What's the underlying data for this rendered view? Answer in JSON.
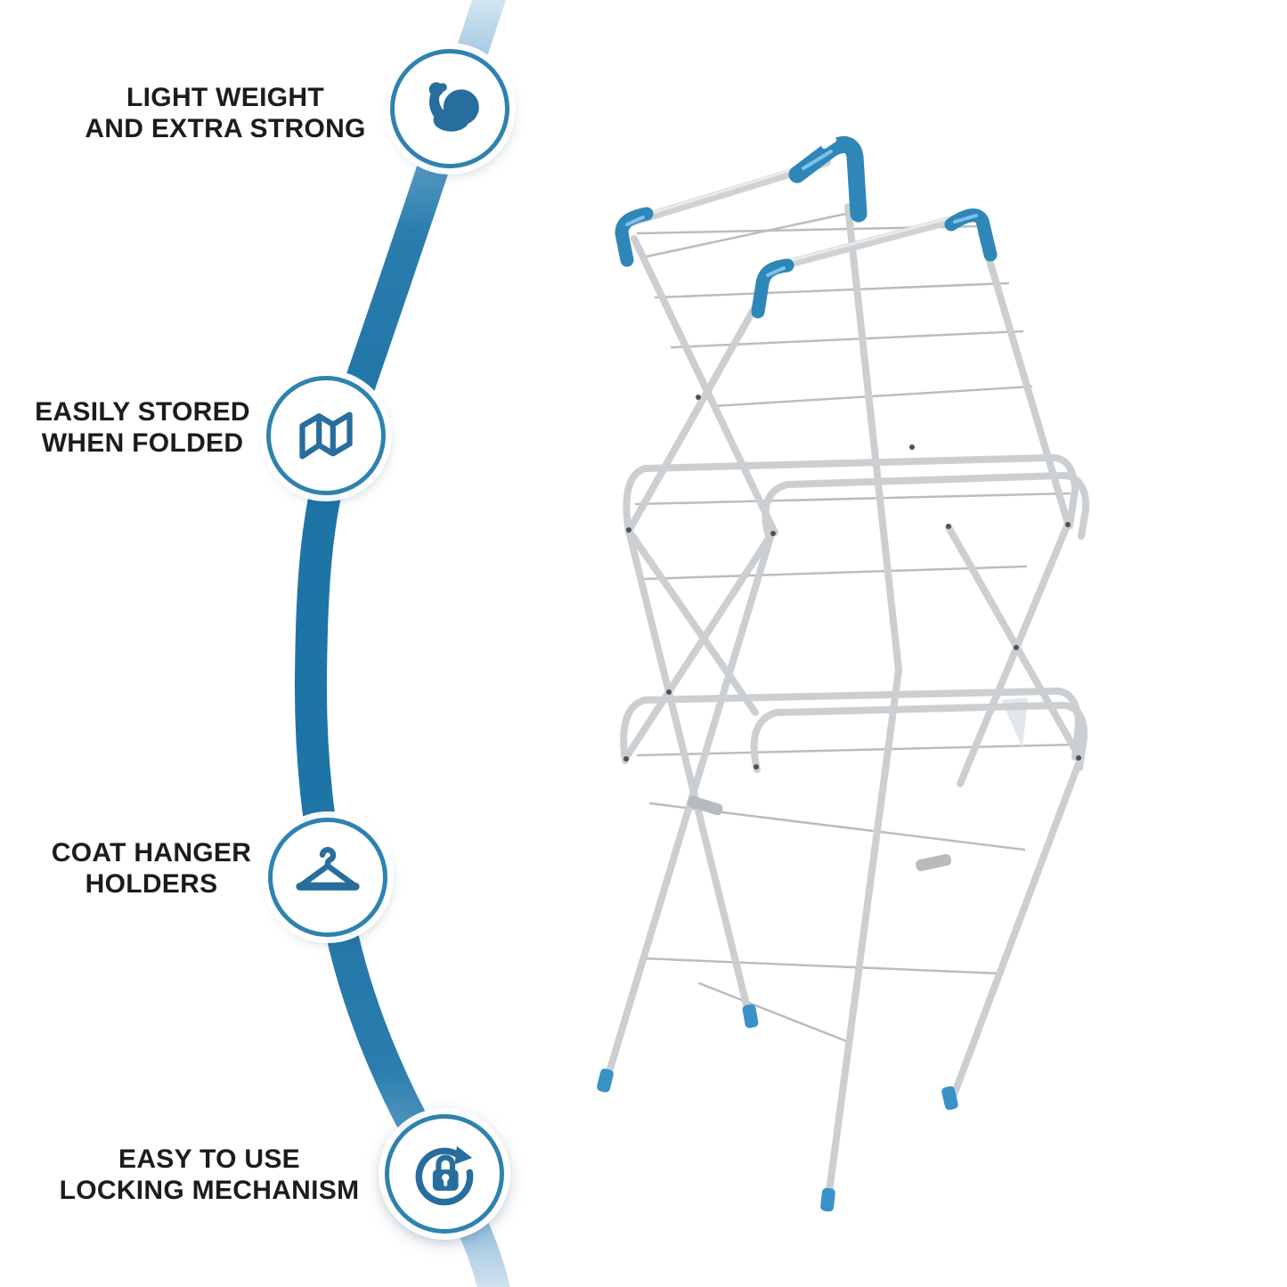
{
  "infographic": {
    "product": "3-tier folding clothes drying rack",
    "features": [
      {
        "icon": "muscle-arm-icon",
        "label_lines": [
          "LIGHT WEIGHT",
          "AND EXTRA STRONG"
        ]
      },
      {
        "icon": "fold-panels-icon",
        "label_lines": [
          "EASILY STORED",
          "WHEN FOLDED"
        ]
      },
      {
        "icon": "coat-hanger-icon",
        "label_lines": [
          "COAT HANGER",
          "HOLDERS"
        ]
      },
      {
        "icon": "lock-rotate-icon",
        "label_lines": [
          "EASY TO USE",
          "LOCKING MECHANISM"
        ]
      }
    ],
    "colors": {
      "accent_blue": "#1f74a6",
      "band_light_blue": "#d3e5f2",
      "icon_blue": "#276d9d",
      "ring_blue": "#2e82b0",
      "text_dark": "#1c1c1c",
      "tube_gray": "#cbcfd2",
      "wire_gray": "#b9bdc0",
      "cap_blue": "#2f86b8",
      "foot_blue": "#3a92c6"
    }
  }
}
